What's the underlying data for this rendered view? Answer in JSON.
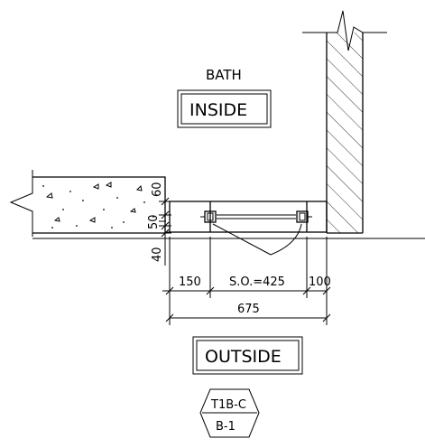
{
  "labels": {
    "room": "BATH",
    "inside": "INSIDE",
    "outside": "OUTSIDE",
    "dim_top": "60",
    "dim_mid": "50",
    "dim_low": "40",
    "dim_left": "150",
    "dim_opening": "S.O.=425",
    "dim_right": "100",
    "dim_total": "675",
    "tag_top": "T1B-C",
    "tag_bottom": "B-1"
  }
}
